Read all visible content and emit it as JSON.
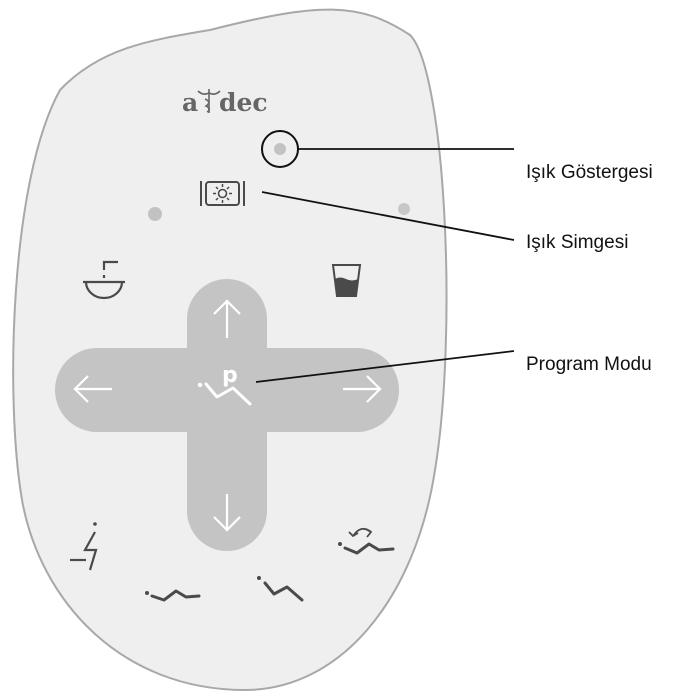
{
  "panel": {
    "brand": {
      "prefix": "a",
      "suffix": "dec"
    },
    "buttons": {
      "light": "light-toggle-icon",
      "cuspidor": "cuspidor-flush-icon",
      "cup_fill": "cup-fill-icon",
      "up": "arrow-up-icon",
      "down": "arrow-down-icon",
      "left": "arrow-left-icon",
      "right": "arrow-right-icon",
      "program": "program-mode-icon",
      "program_letter": "p",
      "x_ray": "x-ray-position-icon",
      "entry": "entry-exit-position-icon",
      "treatment": "treatment-position-icon",
      "last_position": "last-position-icon"
    }
  },
  "callouts": [
    {
      "label": "Işık Göstergesi"
    },
    {
      "label": "Işık Simgesi"
    },
    {
      "label": "Program Modu"
    }
  ],
  "colors": {
    "panel_fill": "#efefef",
    "panel_border": "#a8a8a8",
    "dpad_fill": "#c4c4c4",
    "icon": "#4a4a4a",
    "dpad_icon": "#ffffff"
  }
}
